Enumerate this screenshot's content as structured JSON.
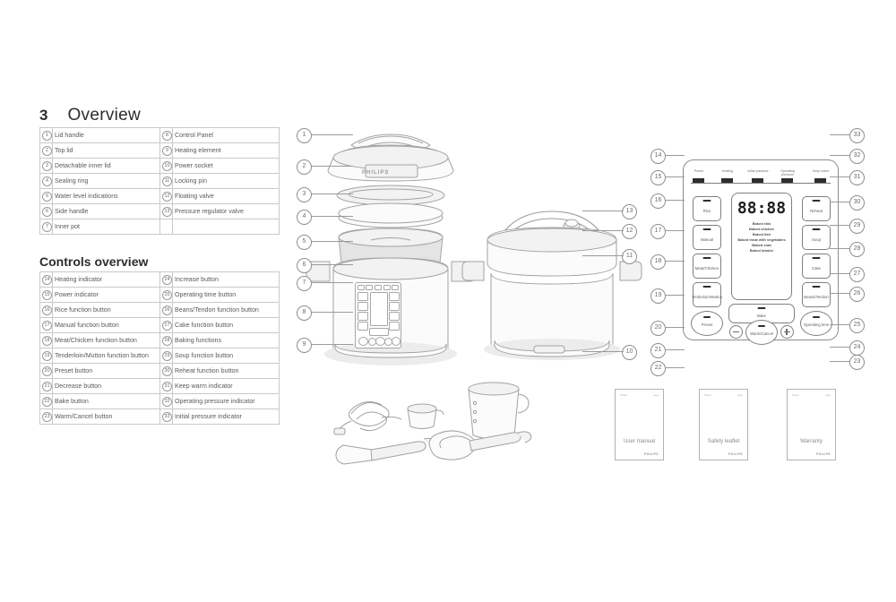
{
  "section": {
    "number": "3",
    "title": "Overview"
  },
  "overview_table": {
    "rows": [
      {
        "n1": "1",
        "l1": "Lid handle",
        "n2": "8",
        "l2": "Control Panel"
      },
      {
        "n1": "2",
        "l1": "Top lid",
        "n2": "9",
        "l2": "Heating element"
      },
      {
        "n1": "3",
        "l1": "Detachable inner lid",
        "n2": "10",
        "l2": "Power socket"
      },
      {
        "n1": "4",
        "l1": "Sealing ring",
        "n2": "11",
        "l2": "Locking pin"
      },
      {
        "n1": "5",
        "l1": "Water level indications",
        "n2": "12",
        "l2": "Floating valve"
      },
      {
        "n1": "6",
        "l1": "Side handle",
        "n2": "13",
        "l2": "Pressure regulator valve"
      },
      {
        "n1": "7",
        "l1": "Inner pot",
        "n2": "",
        "l2": ""
      }
    ]
  },
  "controls_section": {
    "title": "Controls overview"
  },
  "controls_table": {
    "rows": [
      {
        "n1": "14",
        "l1": "Heating indicator",
        "n2": "24",
        "l2": "Increase button"
      },
      {
        "n1": "15",
        "l1": "Power indicator",
        "n2": "25",
        "l2": "Operating time button"
      },
      {
        "n1": "16",
        "l1": "Rice function button",
        "n2": "26",
        "l2": "Beans/Tendon function button"
      },
      {
        "n1": "17",
        "l1": "Manual function button",
        "n2": "27",
        "l2": "Cake function button"
      },
      {
        "n1": "18",
        "l1": "Meat/Chicken function button",
        "n2": "28",
        "l2": "Baking functions"
      },
      {
        "n1": "19",
        "l1": "Tenderloin/Mutton function button",
        "n2": "29",
        "l2": "Soup function button"
      },
      {
        "n1": "20",
        "l1": "Preset button",
        "n2": "30",
        "l2": "Reheat function button"
      },
      {
        "n1": "21",
        "l1": "Decrease button",
        "n2": "31",
        "l2": "Keep warm indicator"
      },
      {
        "n1": "22",
        "l1": "Bake button",
        "n2": "32",
        "l2": "Operating pressure indicator"
      },
      {
        "n1": "23",
        "l1": "Warm/Cancel button",
        "n2": "33",
        "l2": "Initial pressure indicator"
      }
    ]
  },
  "exploded_callouts": [
    "1",
    "2",
    "3",
    "4",
    "5",
    "6",
    "7",
    "8",
    "9"
  ],
  "assembled_callouts": [
    "13",
    "12",
    "11",
    "10"
  ],
  "panel_callouts_left": [
    "14",
    "15",
    "16",
    "17",
    "18",
    "19",
    "20",
    "21",
    "22"
  ],
  "panel_callouts_right": [
    "33",
    "32",
    "31",
    "30",
    "29",
    "28",
    "27",
    "26",
    "25",
    "24",
    "23"
  ],
  "control_panel": {
    "indicators": [
      {
        "label": "Power"
      },
      {
        "label": "Heating"
      },
      {
        "label": "Initial pressure"
      },
      {
        "label": "Operating pressure"
      },
      {
        "label": "Keep warm"
      }
    ],
    "display_value": "88:88",
    "menu_items": [
      "Baked ribs",
      "Baked chicken",
      "Baked fish",
      "Baked meat with vegetables",
      "Baked crab",
      "Baked lobster"
    ],
    "left_buttons": [
      "Rice",
      "Manual",
      "Meat/Chicken",
      "Tenderloin/Mutton",
      "Preset"
    ],
    "right_buttons": [
      "Reheat",
      "Soup",
      "Cake",
      "Beans/Tendon",
      "Operating time"
    ],
    "center_button": "Bake",
    "warm_cancel_button": "Warm/Cancel",
    "decrease_icon": "minus-icon",
    "increase_icon": "plus-icon"
  },
  "brand": "PHILIPS",
  "documents": [
    {
      "title": "User manual",
      "logo": "PHILIPS",
      "head_left": "Philips...",
      "head_right": "page"
    },
    {
      "title": "Safety leaflet",
      "logo": "PHILIPS",
      "head_left": "Philips...",
      "head_right": "page"
    },
    {
      "title": "Warranty",
      "logo": "PHILIPS",
      "head_left": "Philips...",
      "head_right": "page"
    }
  ],
  "accessories": [
    {
      "name": "power-cord"
    },
    {
      "name": "condensation-collector"
    },
    {
      "name": "measuring-cup"
    },
    {
      "name": "rice-spatula"
    },
    {
      "name": "soup-ladle"
    }
  ]
}
